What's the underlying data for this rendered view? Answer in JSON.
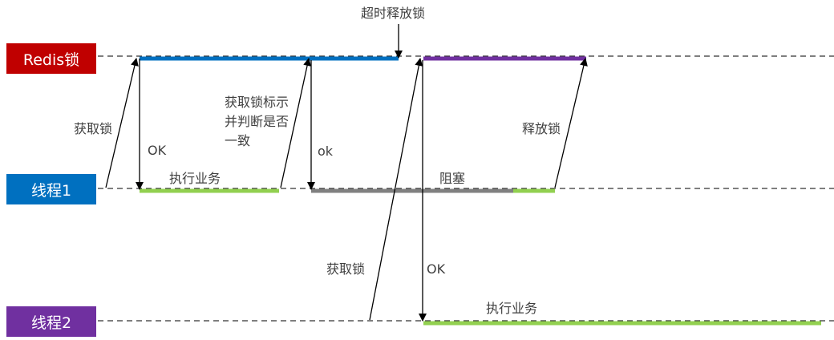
{
  "lanes": {
    "redis": {
      "label": "Redis锁",
      "color": "#c00000"
    },
    "thread1": {
      "label": "线程1",
      "color": "#0070c0"
    },
    "thread2": {
      "label": "线程2",
      "color": "#7030a0"
    }
  },
  "labels": {
    "timeout_release": "超时释放锁",
    "t1_acquire": "获取锁",
    "t1_ok": "OK",
    "t1_business": "执行业务",
    "t1_check_line1": "获取锁标示",
    "t1_check_line2": "并判断是否",
    "t1_check_line3": "一致",
    "t1_ok2": "ok",
    "t1_blocked": "阻塞",
    "t1_release": "释放锁",
    "t2_acquire": "获取锁",
    "t2_ok": "OK",
    "t2_business": "执行业务"
  },
  "colors": {
    "lock_held_t1": "#0070c0",
    "lock_held_t2": "#7030a0",
    "business": "#92d050",
    "blocked": "#808080",
    "timeline": "#333333",
    "arrow": "#000000",
    "text": "#404040"
  }
}
